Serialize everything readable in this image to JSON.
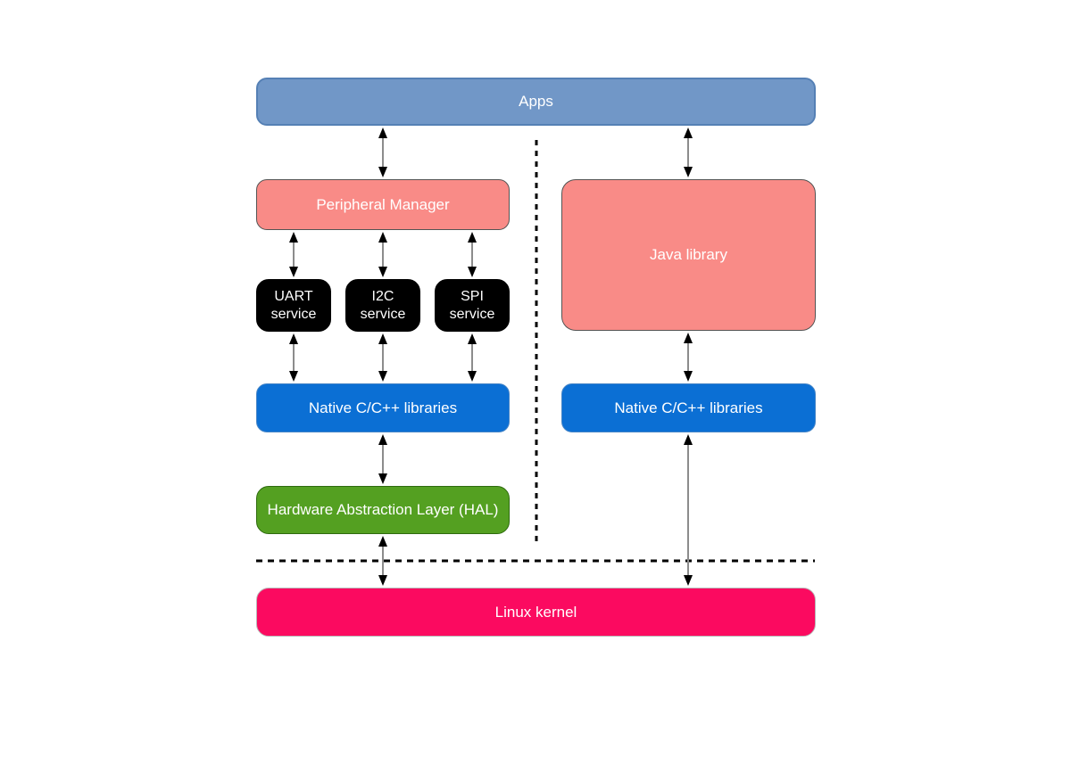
{
  "diagram": {
    "description": "Layered software architecture diagram (apps to Linux kernel)",
    "background_color": "#ffffff",
    "text_color": "#ffffff",
    "colors": {
      "apps_fill": "#7197C7",
      "apps_border": "#5580B5",
      "salmon_fill": "#F98B87",
      "salmon_border": "#545454",
      "service_fill": "#000000",
      "native_fill": "#0B6FD4",
      "hal_fill": "#54A021",
      "hal_border": "#2E6B0E",
      "kernel_fill": "#FB0A60",
      "kernel_border": "#B9B9B9",
      "arrow_shaft": "#8c8c8c",
      "arrow_head": "#000000",
      "divider": "#000000"
    },
    "nodes": {
      "apps": {
        "label": "Apps"
      },
      "peripheral_manager": {
        "label": "Peripheral Manager"
      },
      "uart_service": {
        "line1": "UART",
        "line2": "service"
      },
      "i2c_service": {
        "line1": "I2C",
        "line2": "service"
      },
      "spi_service": {
        "line1": "SPI",
        "line2": "service"
      },
      "native_left": {
        "label": "Native C/C++ libraries"
      },
      "hal": {
        "label": "Hardware Abstraction Layer (HAL)"
      },
      "java_library": {
        "label": "Java library"
      },
      "native_right": {
        "label": "Native C/C++ libraries"
      },
      "linux_kernel": {
        "label": "Linux kernel"
      }
    },
    "edges": [
      {
        "from": "apps",
        "to": "peripheral_manager",
        "bidirectional": true
      },
      {
        "from": "apps",
        "to": "java_library",
        "bidirectional": true
      },
      {
        "from": "peripheral_manager",
        "to": "uart_service",
        "bidirectional": true
      },
      {
        "from": "peripheral_manager",
        "to": "i2c_service",
        "bidirectional": true
      },
      {
        "from": "peripheral_manager",
        "to": "spi_service",
        "bidirectional": true
      },
      {
        "from": "uart_service",
        "to": "native_left",
        "bidirectional": true
      },
      {
        "from": "i2c_service",
        "to": "native_left",
        "bidirectional": true
      },
      {
        "from": "spi_service",
        "to": "native_left",
        "bidirectional": true
      },
      {
        "from": "native_left",
        "to": "hal",
        "bidirectional": true
      },
      {
        "from": "hal",
        "to": "linux_kernel",
        "bidirectional": true
      },
      {
        "from": "java_library",
        "to": "native_right",
        "bidirectional": true
      },
      {
        "from": "native_right",
        "to": "linux_kernel",
        "bidirectional": true
      }
    ],
    "separators": [
      {
        "name": "vertical-dashed-divider",
        "style": "dashed",
        "orientation": "vertical"
      },
      {
        "name": "kernel-boundary-dashed-divider",
        "style": "dashed",
        "orientation": "horizontal"
      }
    ]
  }
}
